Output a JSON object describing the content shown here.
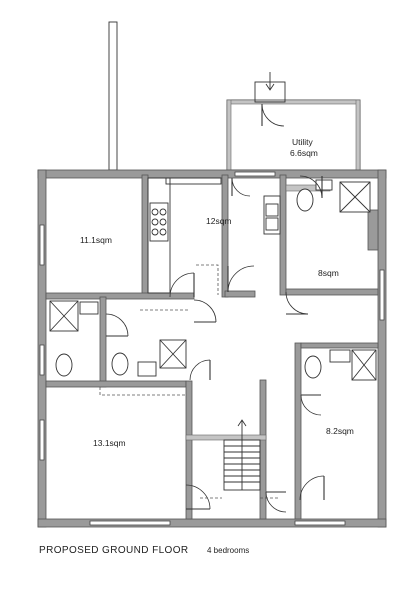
{
  "rooms": {
    "utility": {
      "name": "Utility",
      "area": "6.6sqm"
    },
    "bedroom_1": {
      "area": "11.1sqm"
    },
    "kitchen": {
      "area": "12sqm"
    },
    "bedroom_2": {
      "area": "8sqm"
    },
    "bedroom_3": {
      "area": "13.1sqm"
    },
    "bedroom_4": {
      "area": "8.2sqm"
    }
  },
  "title": {
    "main": "PROPOSED GROUND FLOOR",
    "sub": "4 bedrooms"
  }
}
